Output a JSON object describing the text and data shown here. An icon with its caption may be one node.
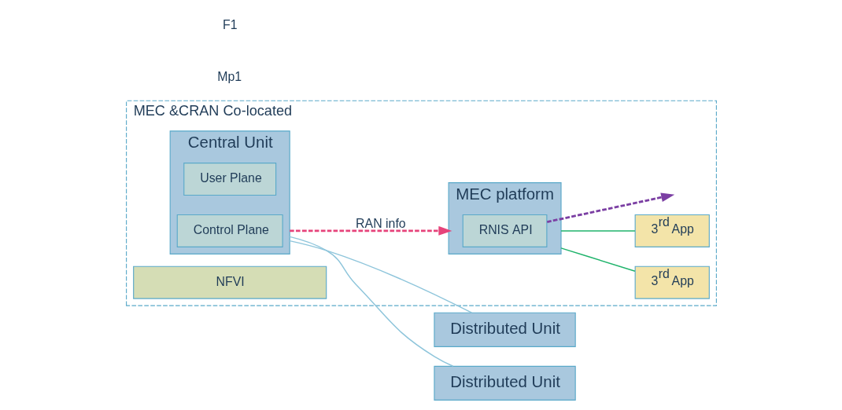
{
  "diagram": {
    "nodes": [
      {
        "text": [
          "MEC &CRAN Co-located"
        ]
      },
      {
        "text": [
          "Central Unit"
        ],
        "in": 0
      },
      {
        "text": [
          "User Plane"
        ],
        "in": 1
      },
      {
        "text": [
          "Control Plane"
        ],
        "in": 1
      },
      {
        "text": [
          "MEC platform"
        ],
        "in": 0
      },
      {
        "text": [
          "RNIS API"
        ],
        "in": 4
      },
      {
        "text": [
          "3$^{rd}$ App"
        ],
        "in": 0
      },
      {
        "text": [
          "3$^{rd}$ App"
        ],
        "in": 0
      },
      {
        "text": [
          "NFVI"
        ],
        "in": 0
      },
      {
        "text": [
          "Distributed Unit"
        ]
      },
      {
        "text": [
          "Distributed Unit"
        ]
      }
    ],
    "edges": [
      {
        "from": 1,
        "to": 4,
        "arrow": "to",
        "label": "RAN info",
        "style": "dashed",
        "color": "#e6437a"
      },
      {
        "from": 5,
        "to": null,
        "arrow": "to",
        "style": "dashed",
        "color": "#7b3fa3"
      },
      {
        "from": 4,
        "to": 7,
        "arrow": "none",
        "color": "#1fb36b"
      },
      {
        "from": 4,
        "to": 6,
        "arrow": "none",
        "color": "#1fb36b"
      },
      {
        "from": 1,
        "to": 9,
        "arrow": "none",
        "color": "#8ec5db"
      },
      {
        "from": 1,
        "to": 10,
        "arrow": "none",
        "color": "#8ec5db"
      }
    ],
    "labels": [
      "Mp1",
      "F1"
    ]
  }
}
